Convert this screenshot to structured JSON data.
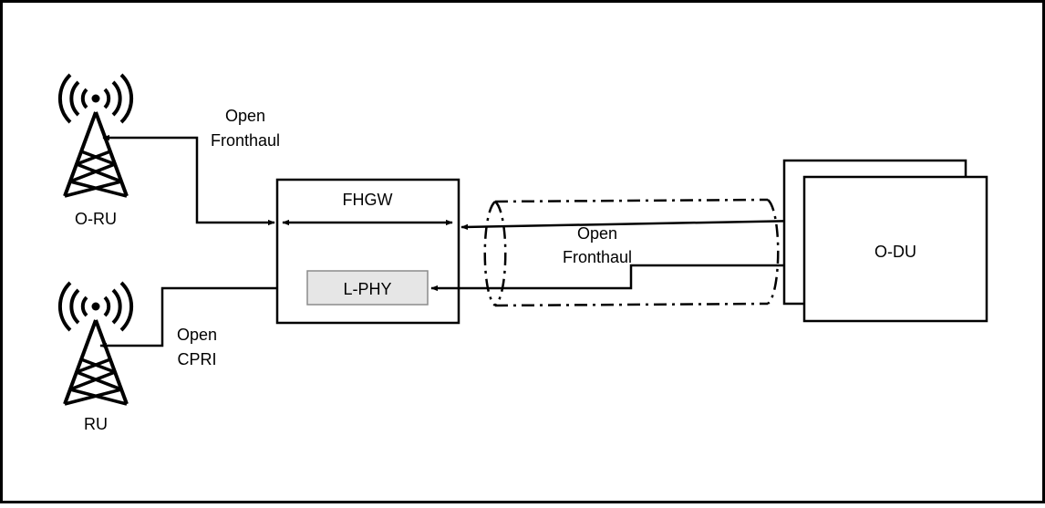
{
  "labels": {
    "oru": "O-RU",
    "ru": "RU",
    "open_fronthaul_top_1": "Open",
    "open_fronthaul_top_2": "Fronthaul",
    "open_cpri_1": "Open",
    "open_cpri_2": "CPRI",
    "fhgw": "FHGW",
    "lphy": "L-PHY",
    "open_fronthaul_mid_1": "Open",
    "open_fronthaul_mid_2": "Fronthaul",
    "odu": "O-DU"
  },
  "colors": {
    "line": "#000000",
    "lphy_fill": "#e6e6e6",
    "lphy_stroke": "#8c8c8c",
    "background": "#ffffff"
  },
  "icons": {
    "oru": "cell-tower-icon",
    "ru": "cell-tower-icon"
  }
}
